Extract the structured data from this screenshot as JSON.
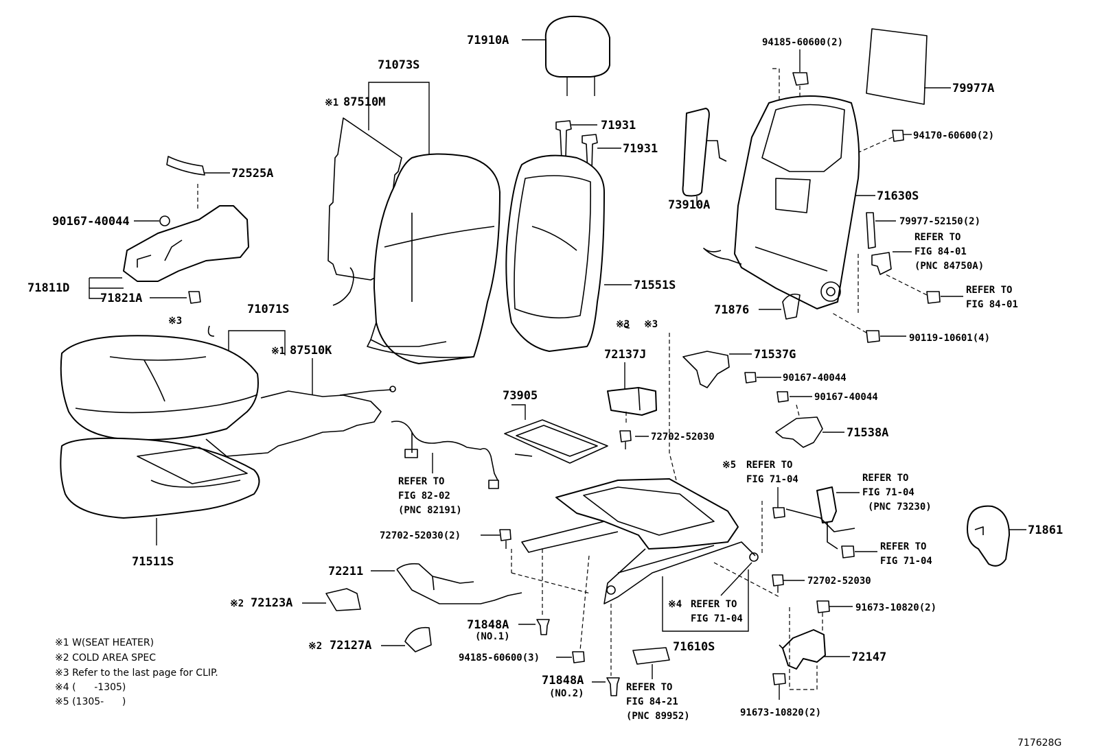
{
  "parts": {
    "p71910A": "71910A",
    "p71073S": "71073S",
    "p87510M": "87510M",
    "p71931a": "71931",
    "p71931b": "71931",
    "p72525A": "72525A",
    "p90167_40044a": "90167-40044",
    "p71811D": "71811D",
    "p71821A": "71821A",
    "p71071S": "71071S",
    "p87510K": "87510K",
    "p71511S": "71511S",
    "p71551S": "71551S",
    "p94185_60600_2": "94185-60600(2)",
    "p79977A": "79977A",
    "p94170_60600_2": "94170-60600(2)",
    "p73910A": "73910A",
    "p71630S": "71630S",
    "p79977_52150_2": "79977-52150(2)",
    "p71876": "71876",
    "p90119_10601_4": "90119-10601(4)",
    "p72137J": "72137J",
    "p71537G": "71537G",
    "p90167_40044b": "90167-40044",
    "p90167_40044c": "90167-40044",
    "p71538A": "71538A",
    "p73905": "73905",
    "p72702_52030a": "72702-52030",
    "p72702_52030_2": "72702-52030(2)",
    "p72211": "72211",
    "p72123A": "72123A",
    "p72127A": "72127A",
    "p71848A_1": "71848A",
    "p71848A_1n": "(NO.1)",
    "p94185_60600_3": "94185-60600(3)",
    "p71848A_2": "71848A",
    "p71848A_2n": "(NO.2)",
    "p71610S": "71610S",
    "p72702_52030b": "72702-52030",
    "p91673_10820a": "91673-10820(2)",
    "p72147": "72147",
    "p91673_10820b": "91673-10820(2)",
    "p71861": "71861"
  },
  "marks": {
    "m1a": "※1",
    "m1b": "※1",
    "m2a": "※2",
    "m2b": "※2",
    "m3a": "※3",
    "m3b": "※3",
    "m4": "※4",
    "m5": "※5"
  },
  "refs": {
    "r_8202": [
      "REFER TO",
      "FIG 82-02",
      "(PNC 82191)"
    ],
    "r_8401a": [
      "REFER TO",
      "FIG 84-01",
      "(PNC 84750A)"
    ],
    "r_8401b": [
      "REFER TO",
      "FIG 84-01"
    ],
    "r_7104a": [
      "REFER TO",
      "FIG 71-04"
    ],
    "r_7104b": [
      "REFER TO",
      "FIG 71-04",
      "(PNC 73230)"
    ],
    "r_7104c": [
      "REFER TO",
      "FIG 71-04"
    ],
    "r_7104d": [
      "REFER TO",
      "FIG 71-04"
    ],
    "r_8421": [
      "REFER TO",
      "FIG 84-21",
      "(PNC 89952)"
    ]
  },
  "notes": [
    "※1 W(SEAT HEATER)",
    "※2 COLD AREA SPEC",
    "※3 Refer to the last page for CLIP.",
    "※4 (      -1305)",
    "※5 (1305-      )"
  ],
  "figure_id": "717628G"
}
